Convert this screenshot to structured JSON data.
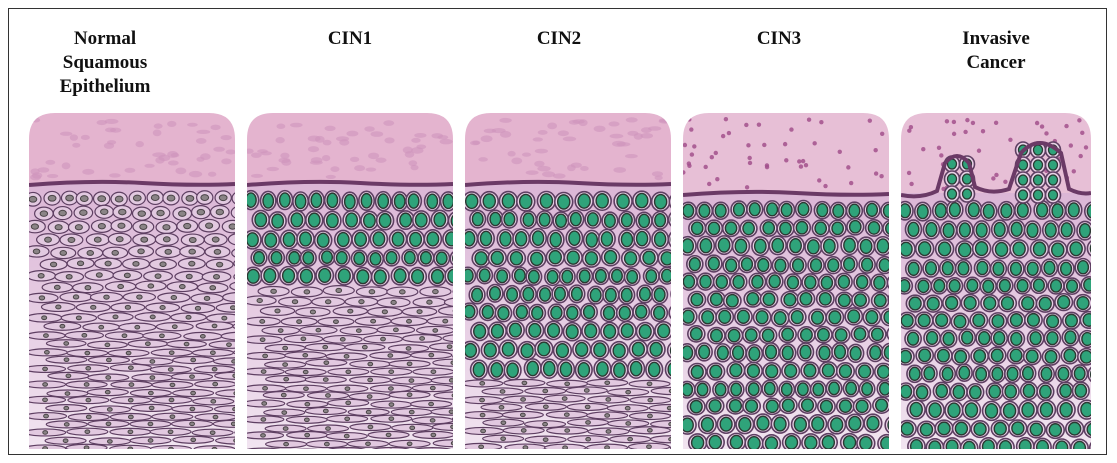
{
  "stages": [
    {
      "id": "normal",
      "label": "Normal\nSquamous\nEpithelium",
      "nucleus_color": "#8c8486",
      "stroma": "#e4b4cf",
      "dysplasia_fraction": 0.0
    },
    {
      "id": "cin1",
      "label": "CIN1",
      "nucleus_color": "#2fa37a",
      "stroma": "#e4b4cf",
      "dysplasia_fraction": 0.33
    },
    {
      "id": "cin2",
      "label": "CIN2",
      "nucleus_color": "#2fa37a",
      "stroma": "#e4b4cf",
      "dysplasia_fraction": 0.66
    },
    {
      "id": "cin3",
      "label": "CIN3",
      "nucleus_color": "#2fa37a",
      "stroma": "#e7bfd6",
      "dysplasia_fraction": 1.0
    },
    {
      "id": "invasive",
      "label": "Invasive\nCancer",
      "nucleus_color": "#2fa37a",
      "stroma": "#e7bfd6",
      "dysplasia_fraction": 1.0
    }
  ],
  "colors": {
    "basement_membrane": "#6b3a66",
    "cell_outline": "#5e3f62",
    "cell_fill_top": "#dbb6d6",
    "cell_fill_bottom": "#f1e4f0",
    "stroma_dots": "#a2508c",
    "normal_nucleus": "#8a8486"
  }
}
